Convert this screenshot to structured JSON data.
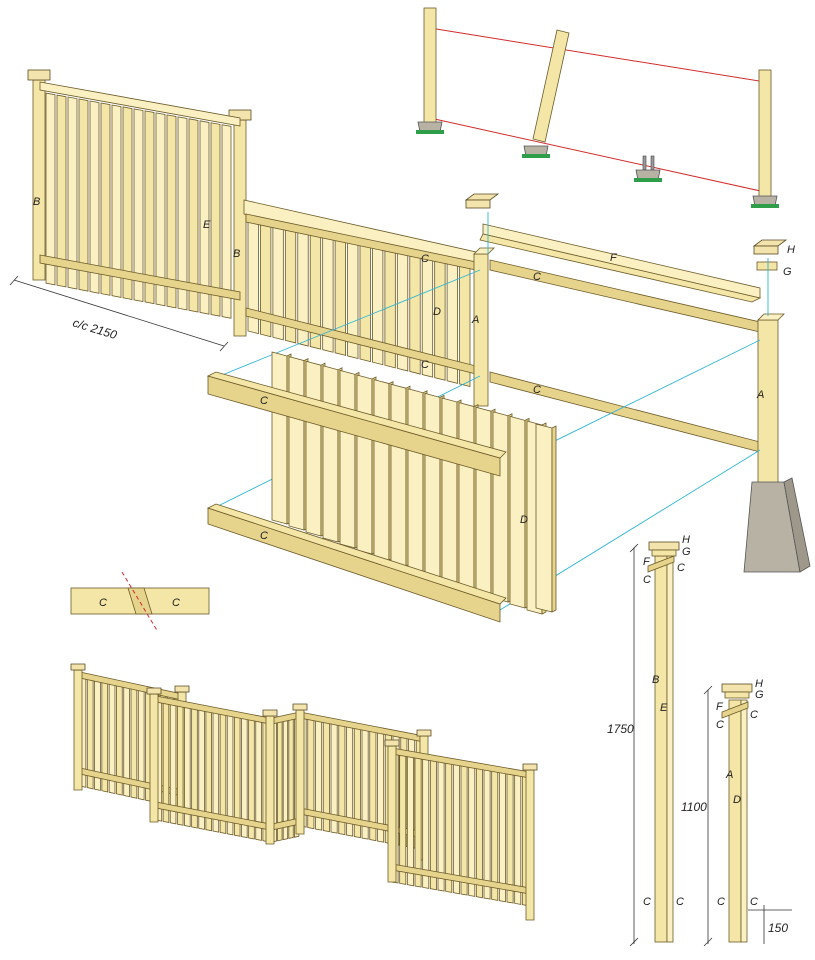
{
  "labels": {
    "a": "A",
    "b": "B",
    "c": "C",
    "d": "D",
    "e": "E",
    "f": "F",
    "g": "G",
    "h": "H"
  },
  "dimensions": {
    "center_spacing": "c/c 2150",
    "tall_height": "1750",
    "short_height": "1100",
    "bottom_offset": "150"
  },
  "colors": {
    "wood": "#f4e6a6",
    "guide_line": "#2fb6d6",
    "string_line": "#d32b2b",
    "concrete": "#b8b2a4"
  }
}
